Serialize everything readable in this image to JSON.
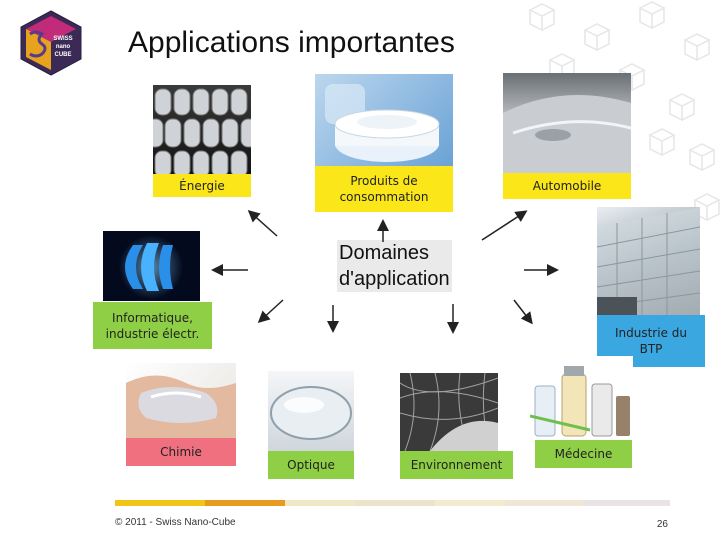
{
  "slide": {
    "title": "Applications importantes",
    "center_label_line1": "Domaines",
    "center_label_line2": "d'application",
    "footer": "© 2011 - Swiss Nano-Cube",
    "page_number": "26"
  },
  "logo": {
    "line1": "SWISS",
    "line2": "nano",
    "line3": "CUBE"
  },
  "domains": {
    "energie": "Énergie",
    "produits_line1": "Produits de",
    "produits_line2": "consommation",
    "automobile": "Automobile",
    "informatique_line1": "Informatique,",
    "informatique_line2": "industrie électr.",
    "btp_line1": "Industrie du",
    "btp_line2": "BTP",
    "chimie": "Chimie",
    "optique": "Optique",
    "environnement": "Environnement",
    "medecine": "Médecine"
  },
  "colors": {
    "yellow": "#fbe61a",
    "green": "#8fcf45",
    "red": "#f07080",
    "blue": "#3aa7e0"
  }
}
